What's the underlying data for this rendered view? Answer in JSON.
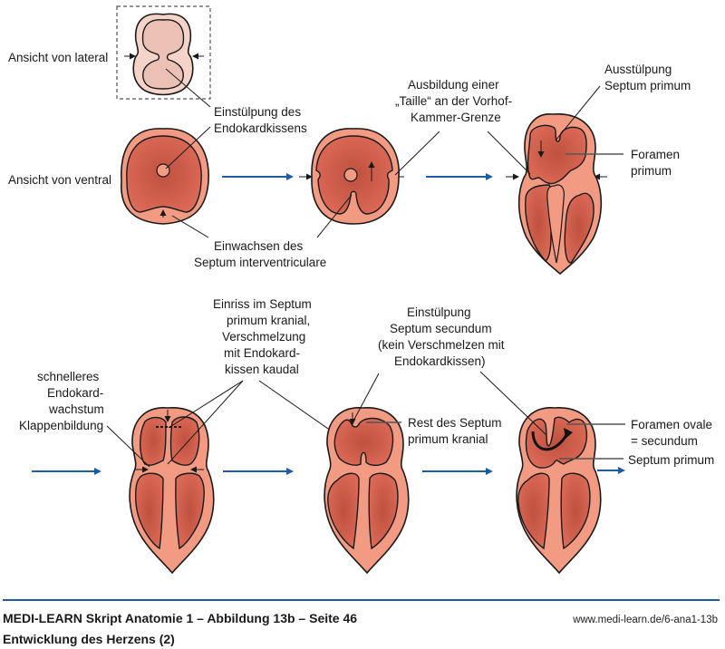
{
  "diagram": {
    "title": "Entwicklung des Herzens (2)",
    "colors": {
      "myocardium": "#f29a82",
      "cavity_dark": "#c0503f",
      "cavity_light": "#da6a57",
      "lateral_outer": "#f6d3c8",
      "lateral_inner": "#ebc1b6",
      "flow_arrow": "#1f5aa6",
      "outline": "#1a1a1a"
    },
    "row1": {
      "view_lateral": "Ansicht von lateral",
      "view_ventral": "Ansicht von ventral",
      "endokard_label": [
        "Einstülpung des",
        "Endokardkissens"
      ],
      "septum_iv_label": [
        "Einwachsen des",
        "Septum interventriculare"
      ],
      "taille_label": [
        "Ausbildung einer",
        "„Taille“ an der Vorhof-",
        "Kammer-Grenze"
      ],
      "ausstuelpung_label": [
        "Ausstülpung",
        "Septum primum"
      ],
      "foramen_primum_label": [
        "Foramen",
        "primum"
      ]
    },
    "row2": {
      "endokard_wachstum_label": [
        "schnelleres",
        "Endokard-",
        "wachstum",
        "Klappenbildung"
      ],
      "einriss_label": [
        "Einriss im Septum",
        "primum kranial,",
        "Verschmelzung",
        "mit Endokard-",
        "kissen kaudal"
      ],
      "septum_secundum_label": [
        "Einstülpung",
        "Septum secundum",
        "(kein Verschmelzen mit",
        "Endokardkissen)"
      ],
      "rest_label": [
        "Rest des Septum",
        "primum kranial"
      ],
      "foramen_ovale_label": [
        "Foramen ovale",
        "= secundum"
      ],
      "septum_primum_label": "Septum primum"
    }
  },
  "footer": {
    "source_line": "MEDI-LEARN Skript Anatomie 1 – Abbildung 13b – Seite 46",
    "subtitle": "Entwicklung des Herzens (2)",
    "url": "www.medi-learn.de/6-ana1-13b"
  }
}
